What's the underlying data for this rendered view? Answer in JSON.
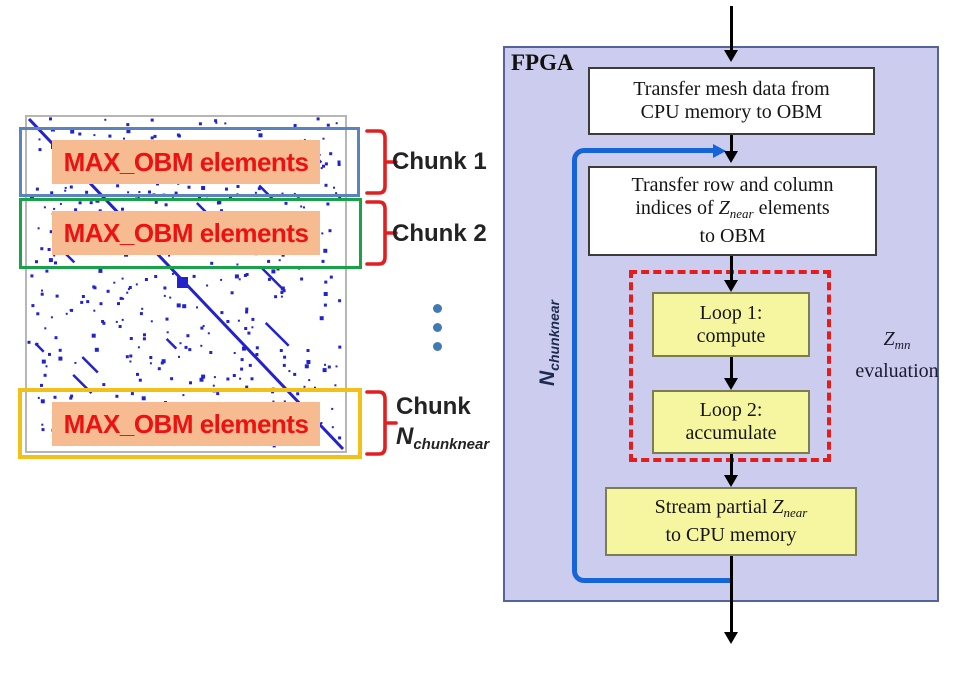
{
  "left": {
    "chunks": [
      {
        "obm_label": "MAX_OBM elements",
        "label": "Chunk 1",
        "border_color": "#5b83bd"
      },
      {
        "obm_label": "MAX_OBM elements",
        "label": "Chunk 2",
        "border_color": "#19a24a"
      },
      {
        "obm_label": "MAX_OBM elements",
        "label_line1": "Chunk",
        "symbol": "N",
        "subscript": "chunknear",
        "border_color": "#f2c118"
      }
    ],
    "obm_fill": "#f7bb92",
    "obm_text_color": "#ee1111",
    "brace_color": "#e02020",
    "matrix": {
      "dot_color": "#2323cd",
      "dot_count": 430,
      "run_count": 12,
      "seed": 12
    }
  },
  "flowchart": {
    "fpga_label": "FPGA",
    "fpga_fill": "#ccccee",
    "process_fill": "#f6f6a0",
    "dashed_color": "#e51c1c",
    "loop_arrow_color": "#1565d8",
    "box1": {
      "line1": "Transfer mesh data from",
      "line2": "CPU memory to OBM"
    },
    "box2": {
      "line1": "Transfer row and column",
      "line2_pre": "indices of ",
      "z": "Z",
      "z_sub": "near",
      "line2_post": " elements",
      "line3": "to OBM"
    },
    "loop1": {
      "line1": "Loop 1:",
      "line2": "compute"
    },
    "loop2": {
      "line1": "Loop 2:",
      "line2": "accumulate"
    },
    "stream": {
      "line1_pre": "Stream partial ",
      "z": "Z",
      "z_sub": "near",
      "line2": "to CPU memory"
    },
    "annotation": {
      "z": "Z",
      "z_sub": "mn",
      "line2": "evaluation"
    },
    "loop_count": {
      "symbol": "N",
      "subscript": "chunknear"
    }
  }
}
